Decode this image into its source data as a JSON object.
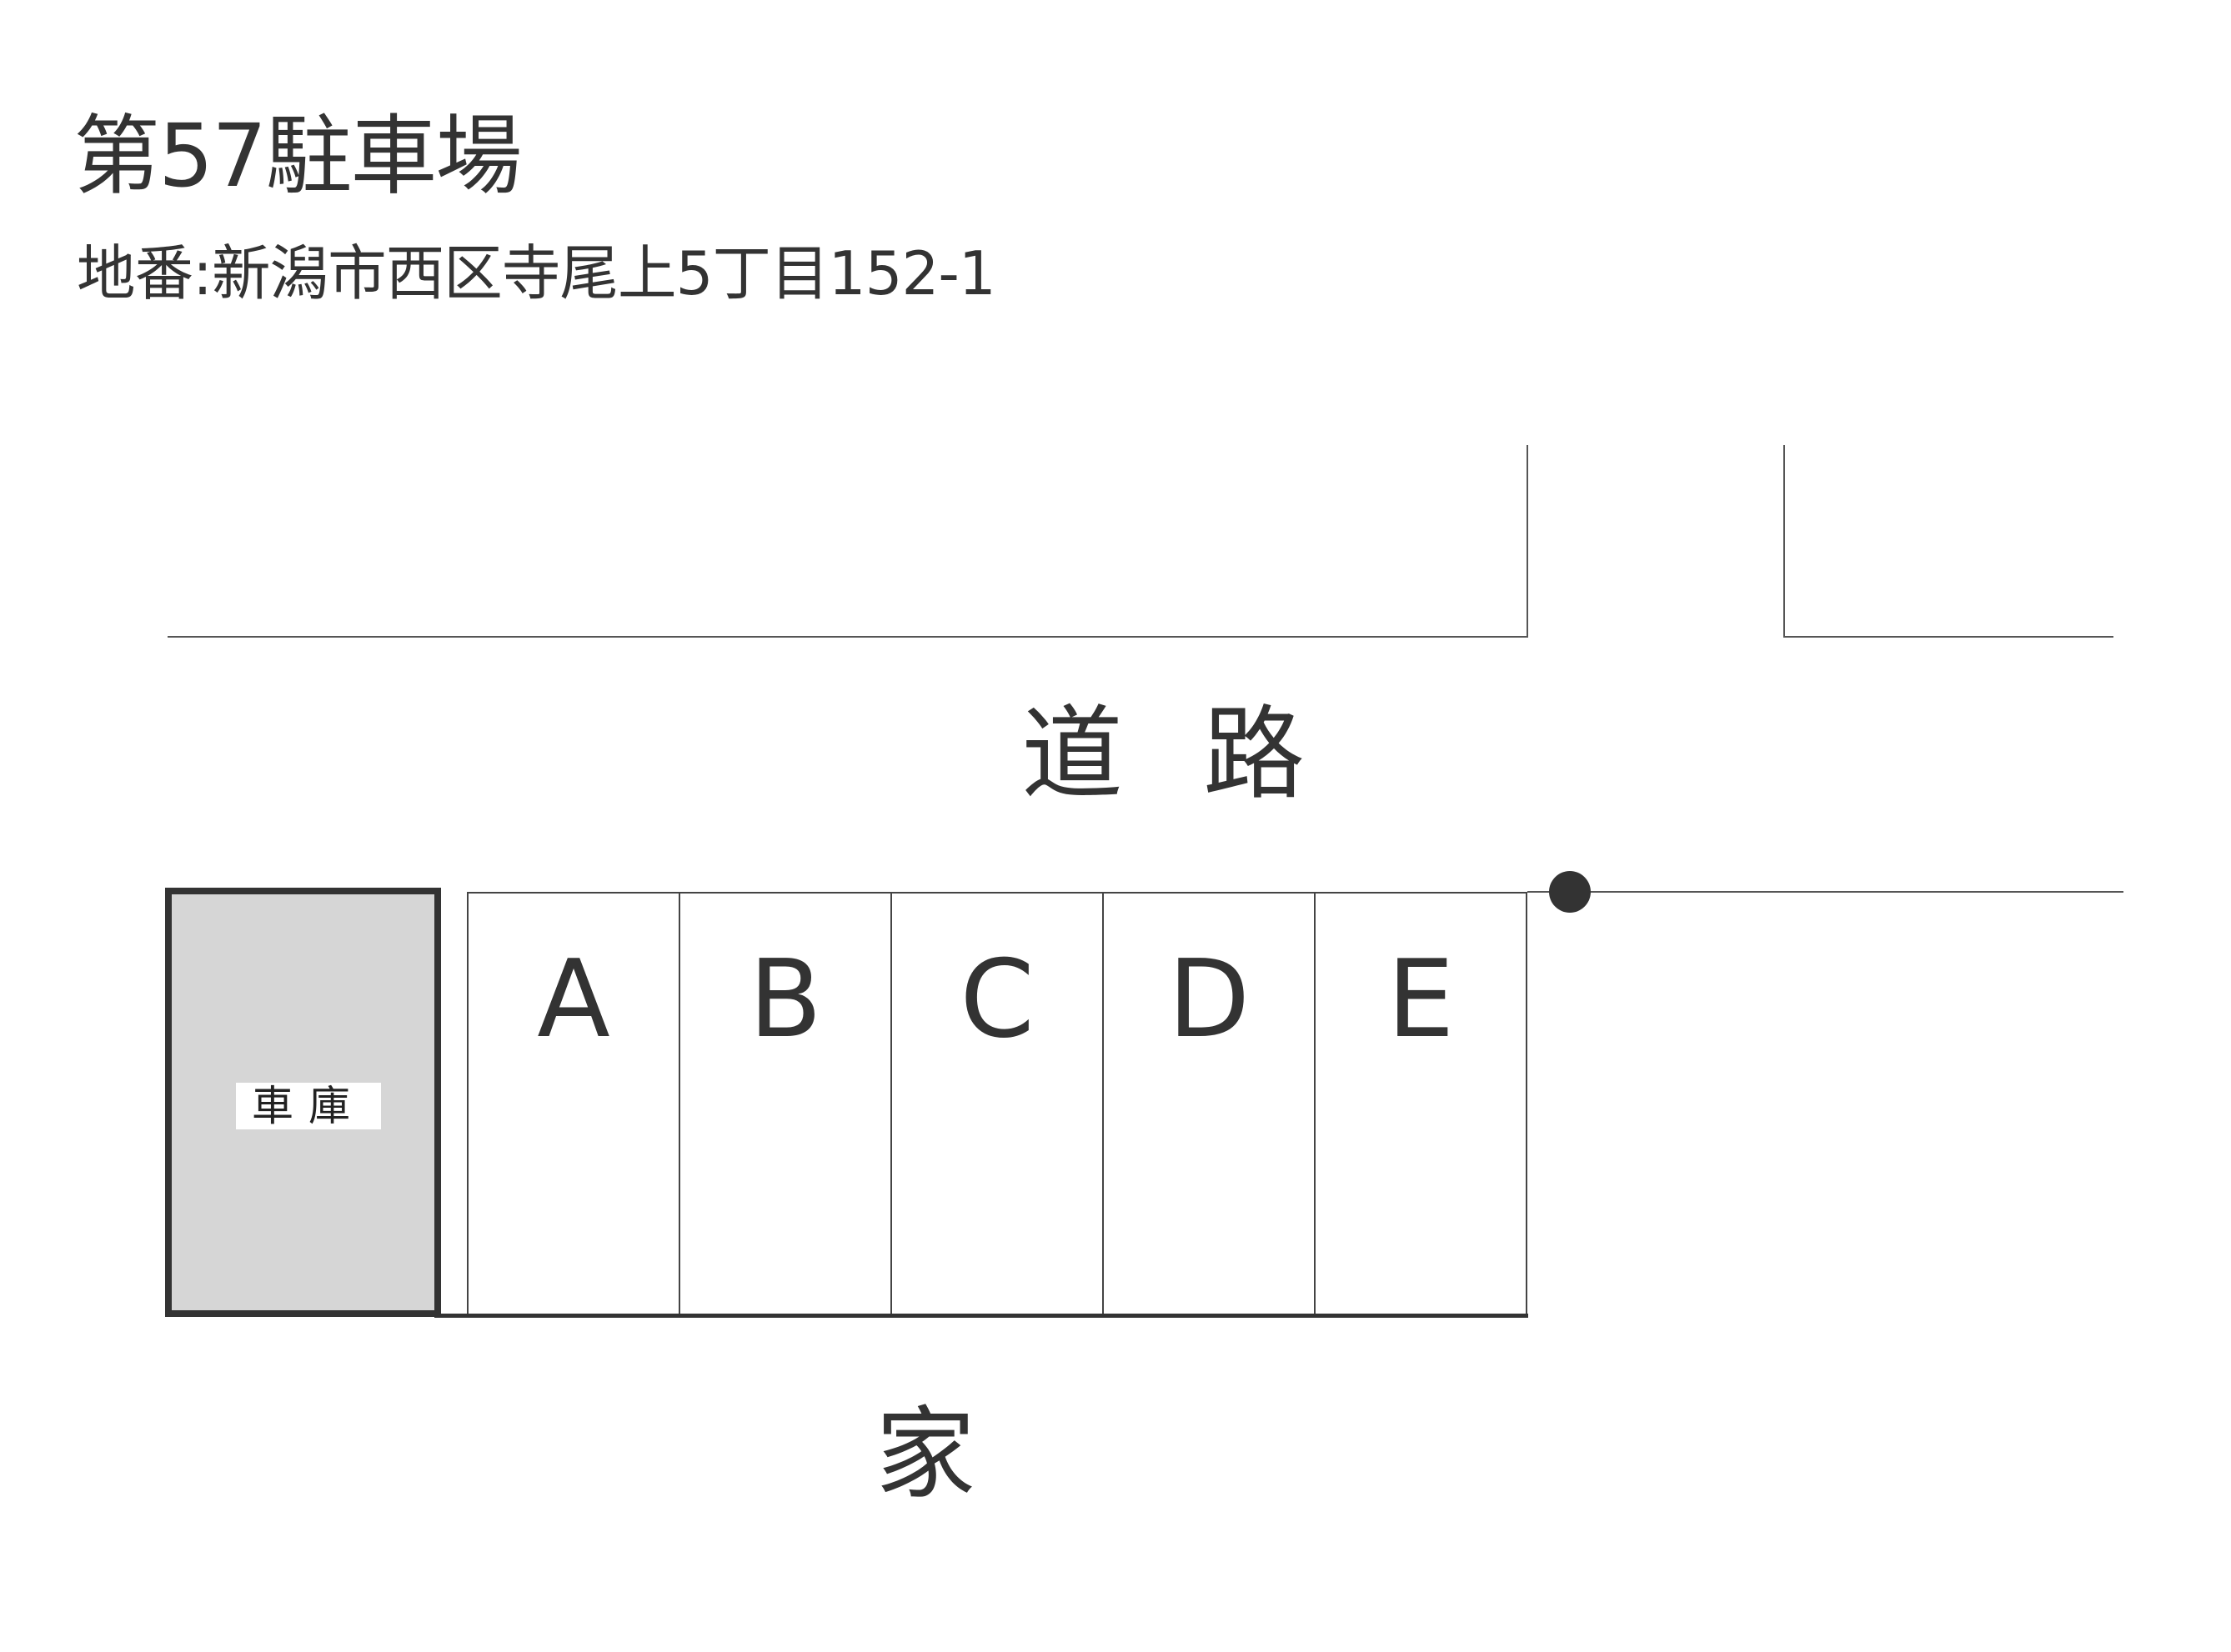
{
  "document": {
    "title": "第57駐車場",
    "address": "地番:新潟市西区寺尾上5丁目152-1"
  },
  "map": {
    "road_label": "道路",
    "house_label": "家",
    "garage_label": "車庫",
    "marker": "boundary-point",
    "stalls": [
      {
        "label": "A"
      },
      {
        "label": "B"
      },
      {
        "label": "C"
      },
      {
        "label": "D"
      },
      {
        "label": "E"
      }
    ],
    "colors": {
      "line": "#444444",
      "garage_fill": "#d6d6d6",
      "garage_border": "#333333",
      "text": "#333333"
    }
  }
}
